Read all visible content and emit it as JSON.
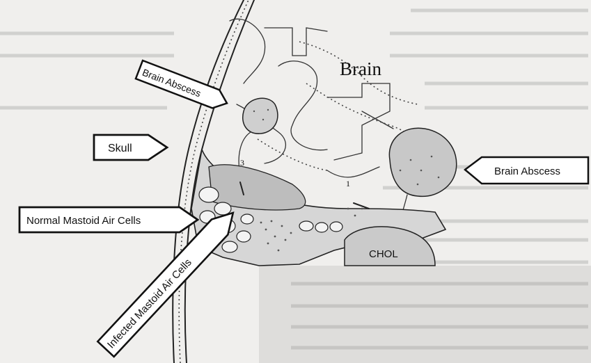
{
  "labels": {
    "brain": "Brain",
    "brain_abscess_top": "Brain Abscess",
    "skull": "Skull",
    "brain_abscess_right": "Brain Abscess",
    "normal_mastoid": "Normal Mastoid Air Cells",
    "infected_mastoid": "Infected Mastoid Air Cells",
    "num_1": "1",
    "num_3": "3",
    "chol": "CHOL"
  },
  "colors": {
    "paper": "#f0efed",
    "ink": "#222222",
    "shadow_page": "#dcdcda"
  }
}
